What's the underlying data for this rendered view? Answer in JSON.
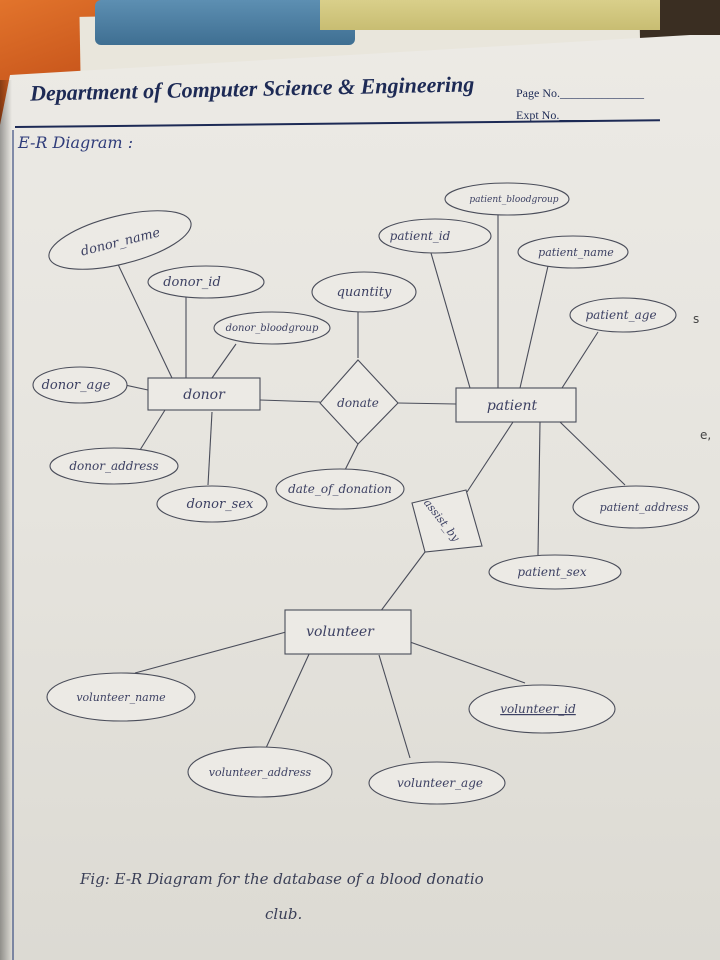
{
  "header": {
    "title": "Department of Computer Science & Engineering",
    "page_no_label": "Page No.",
    "expt_no_label": "Expt No."
  },
  "heading": "E-R Diagram :",
  "diagram": {
    "entities": {
      "donor": "donor",
      "patient": "patient",
      "volunteer": "volunteer"
    },
    "relationships": {
      "donate": "donate",
      "assist_by": "assist_by"
    },
    "attributes": {
      "donor_name": "donor_name",
      "donor_id": "donor_id",
      "donor_bloodgroup": "donor_bloodgroup",
      "donor_age": "donor_age",
      "donor_address": "donor_address",
      "donor_sex": "donor_sex",
      "quantity": "quantity",
      "date_of_donation": "date_of_donation",
      "patient_bloodgroup": "patient_bloodgroup",
      "patient_id": "patient_id",
      "patient_name": "patient_name",
      "patient_age": "patient_age",
      "patient_address": "patient_address",
      "patient_sex": "patient_sex",
      "volunteer_name": "volunteer_name",
      "volunteer_id": "volunteer_id",
      "volunteer_address": "volunteer_address",
      "volunteer_age": "volunteer_age"
    }
  },
  "caption": {
    "line1": "Fig: E-R Diagram for the database of a blood donatio",
    "line2": "club."
  },
  "margin_marks": [
    "s",
    "e,"
  ],
  "colors": {
    "ink": "#4a4d5a",
    "header_ink": "#1d2a55",
    "paper": "#eceae5"
  }
}
